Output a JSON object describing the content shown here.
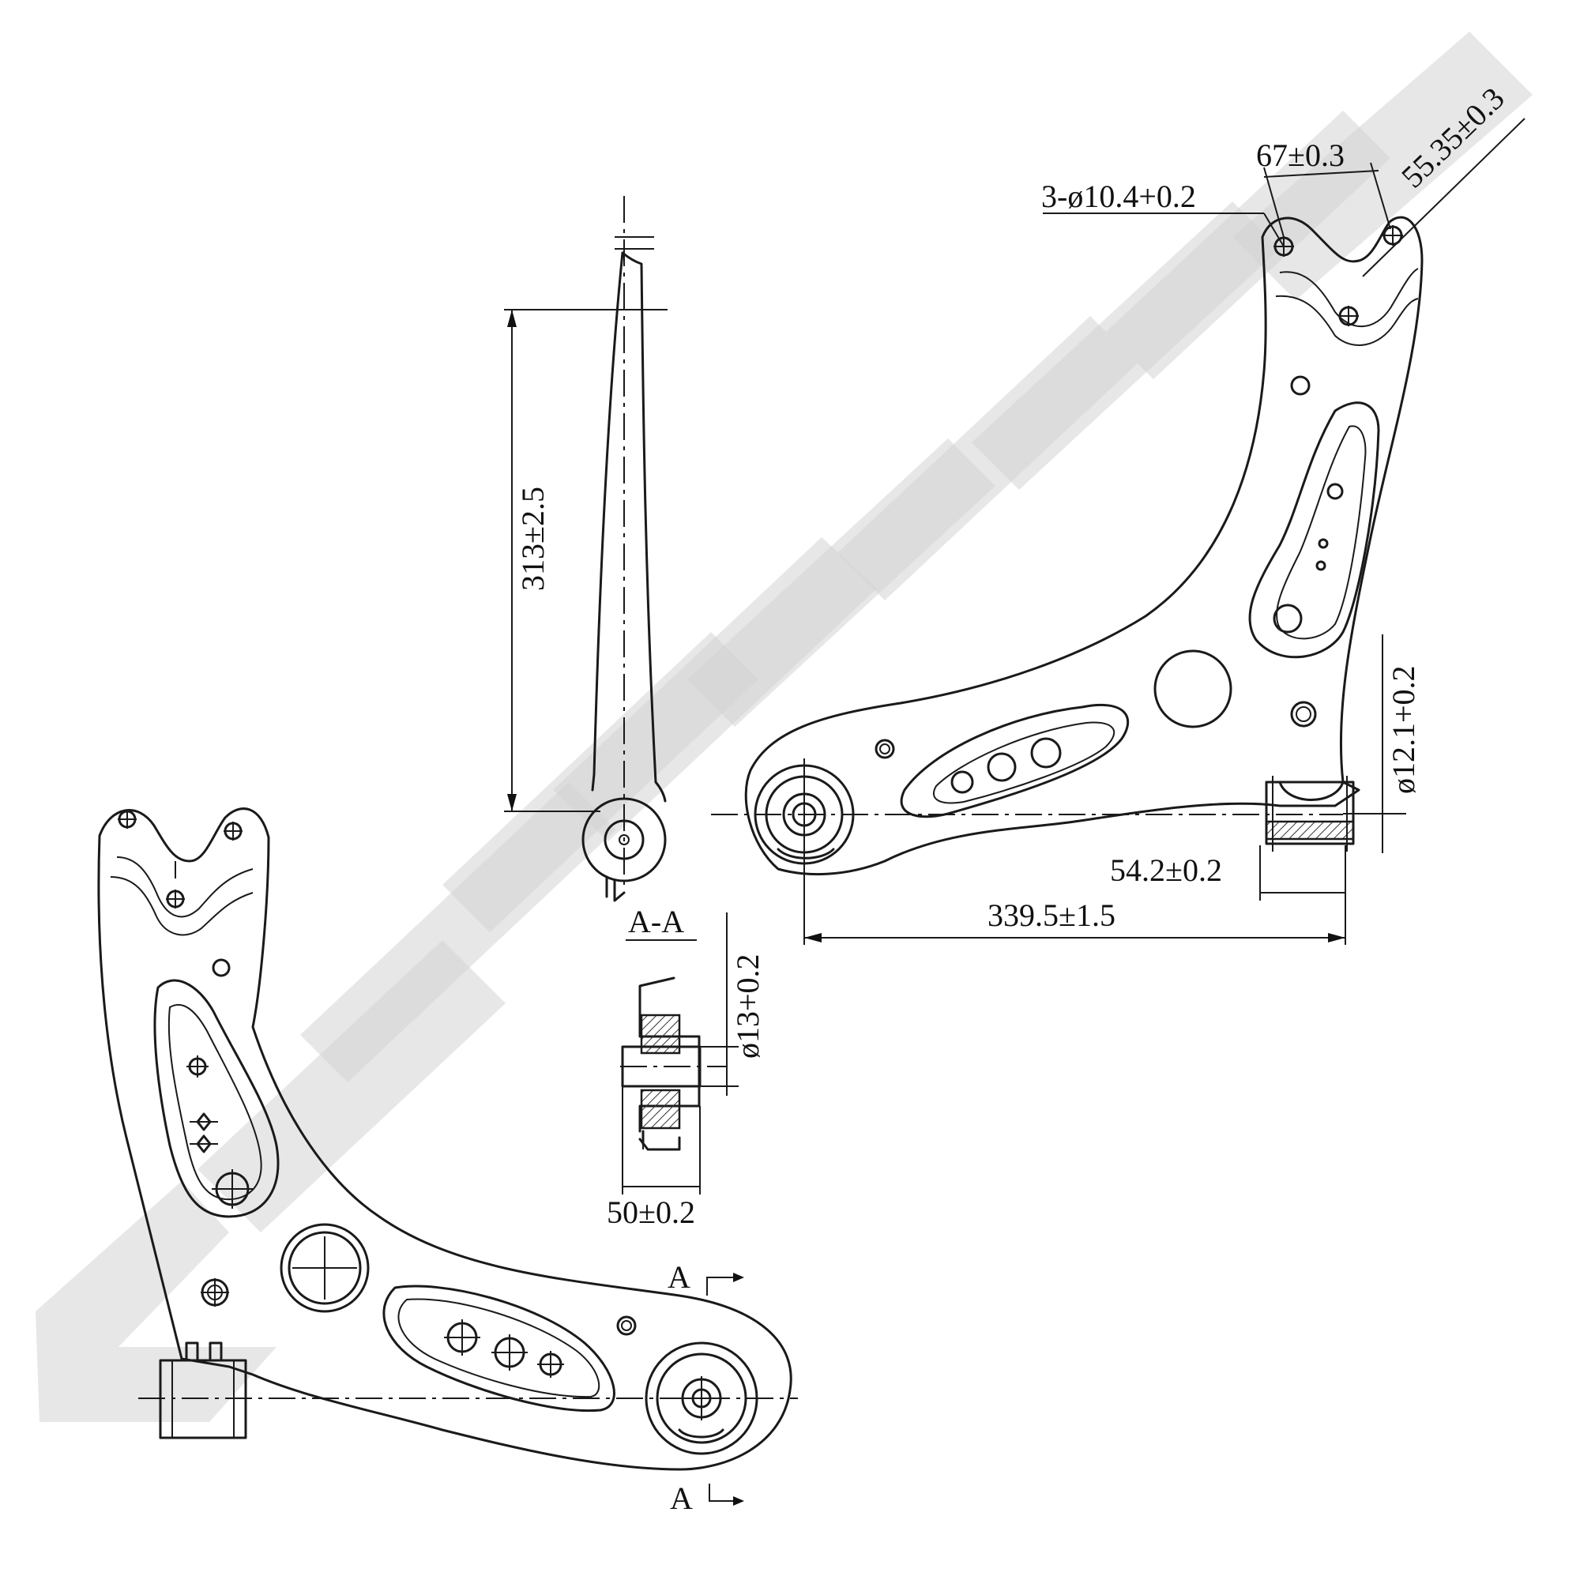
{
  "dimensions": {
    "hole_pattern": "3-ø10.4+0.2",
    "hole_spacing": "67±0.3",
    "hole_offset": "55.35±0.3",
    "vertical_length": "313±2.5",
    "rear_bushing_diameter": "ø12.1+0.2",
    "bushing_offset": "54.2±0.2",
    "overall_length": "339.5±1.5",
    "section_bore": "ø13+0.2",
    "section_width": "50±0.2"
  },
  "section": {
    "title": "A-A",
    "marker_top": "A",
    "marker_bottom": "A"
  },
  "watermark": {
    "color": "#d0d0d0"
  }
}
